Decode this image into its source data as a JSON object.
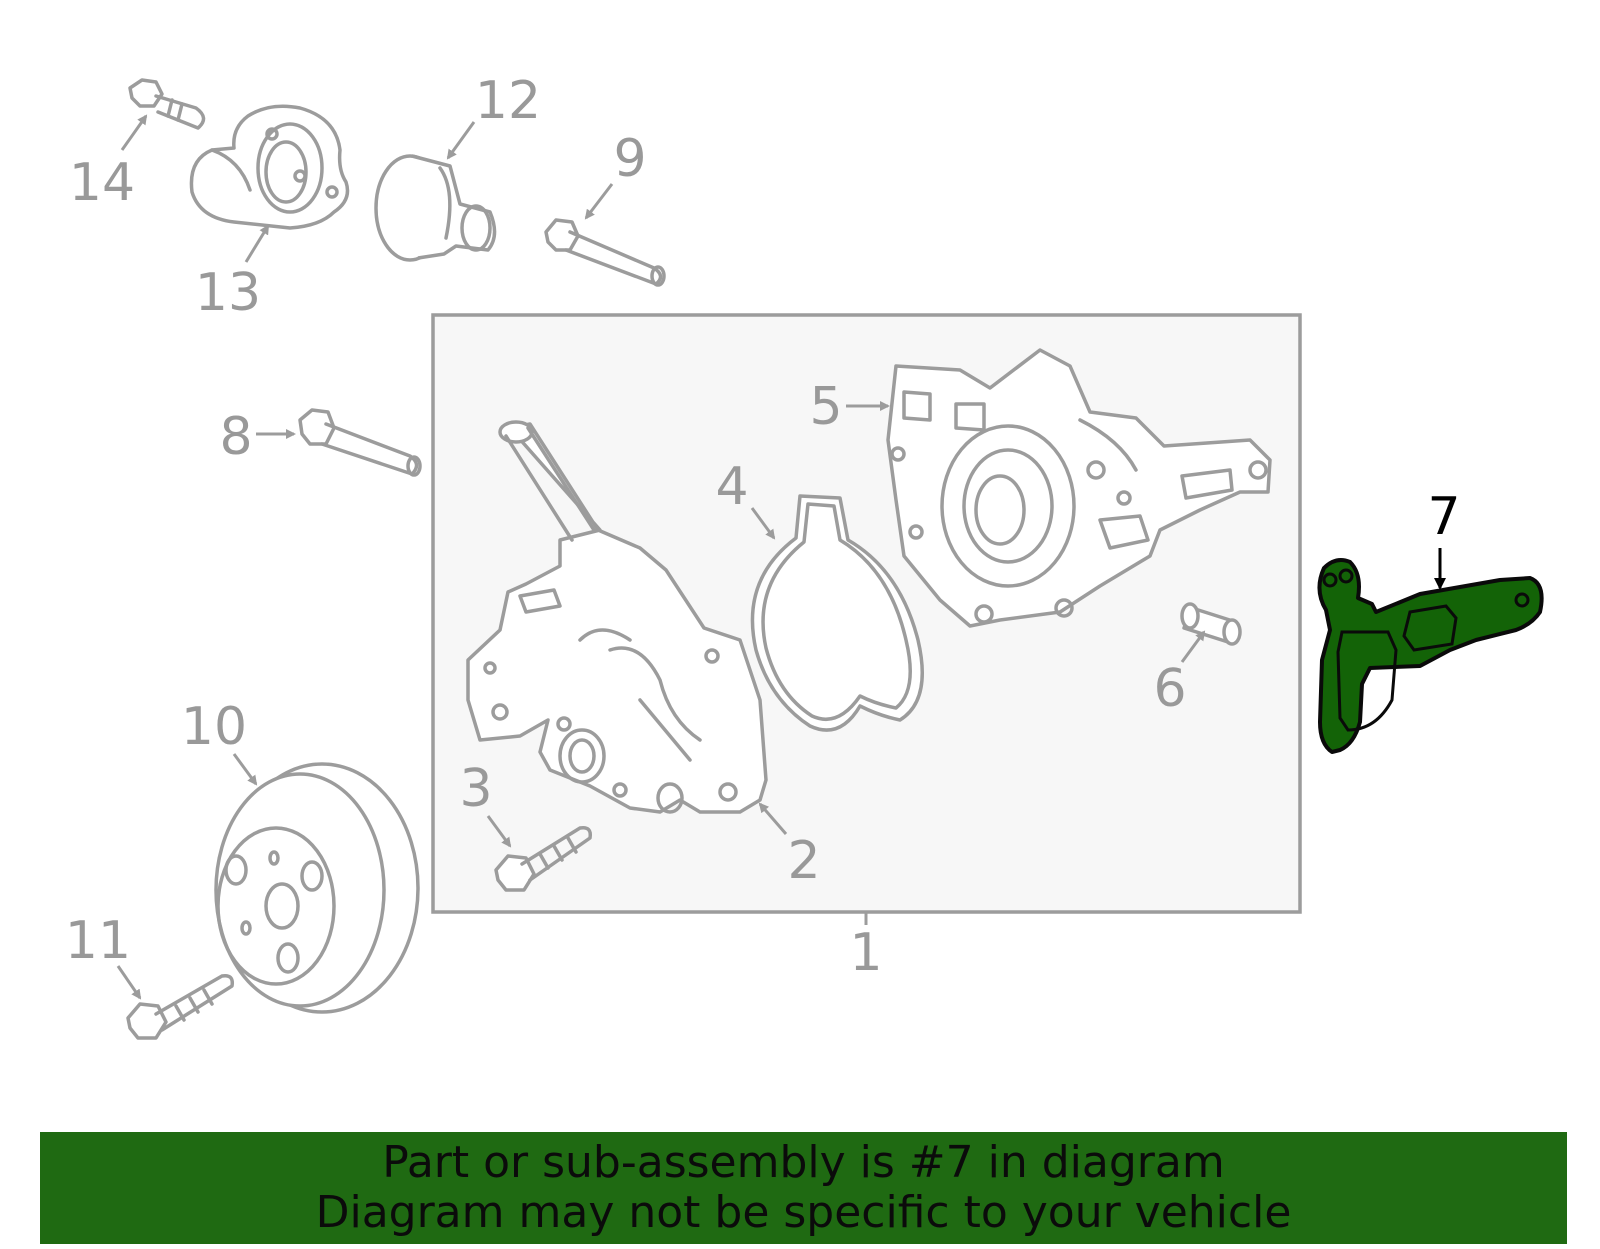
{
  "colors": {
    "highlight": "#136307",
    "banner": "#1f6a12",
    "part_outline": "#9c9c9c",
    "assembly_box_fill": "#f7f7f7"
  },
  "callouts": {
    "c1": "1",
    "c2": "2",
    "c3": "3",
    "c4": "4",
    "c5": "5",
    "c6": "6",
    "c7": "7",
    "c8": "8",
    "c9": "9",
    "c10": "10",
    "c11": "11",
    "c12": "12",
    "c13": "13",
    "c14": "14"
  },
  "highlighted_part": "7",
  "banner": {
    "line1": "Part or sub-assembly is #7 in diagram",
    "line2": "Diagram may not be specific to your vehicle"
  }
}
